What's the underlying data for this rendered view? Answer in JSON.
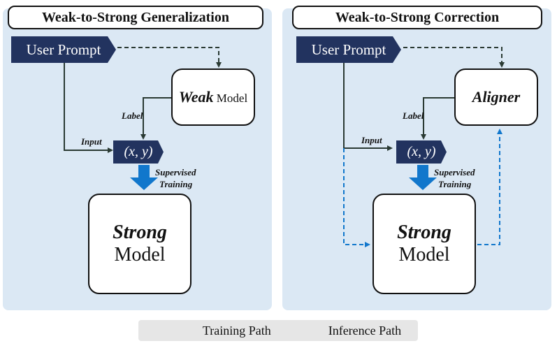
{
  "left_panel": {
    "title": "Weak-to-Strong Generalization",
    "prompt": "User Prompt",
    "weak_model": {
      "bold": "Weak",
      "rest": " Model"
    },
    "pair": "(x, y)",
    "labels": {
      "label": "Label",
      "input": "Input",
      "supervised": "Supervised",
      "training": "Training"
    },
    "strong_model": {
      "bold": "Strong",
      "rest": "Model"
    }
  },
  "right_panel": {
    "title": "Weak-to-Strong Correction",
    "prompt": "User Prompt",
    "aligner": "Aligner",
    "pair": "(x, y)",
    "labels": {
      "label": "Label",
      "input": "Input",
      "supervised": "Supervised",
      "training": "Training"
    },
    "strong_model": {
      "bold": "Strong",
      "rest": "Model"
    }
  },
  "legend": {
    "training": "Training Path",
    "inference": "Inference Path"
  },
  "colors": {
    "navy": "#22335f",
    "panel_bg": "#dbe8f4",
    "blue_arrow": "#1177cc"
  }
}
